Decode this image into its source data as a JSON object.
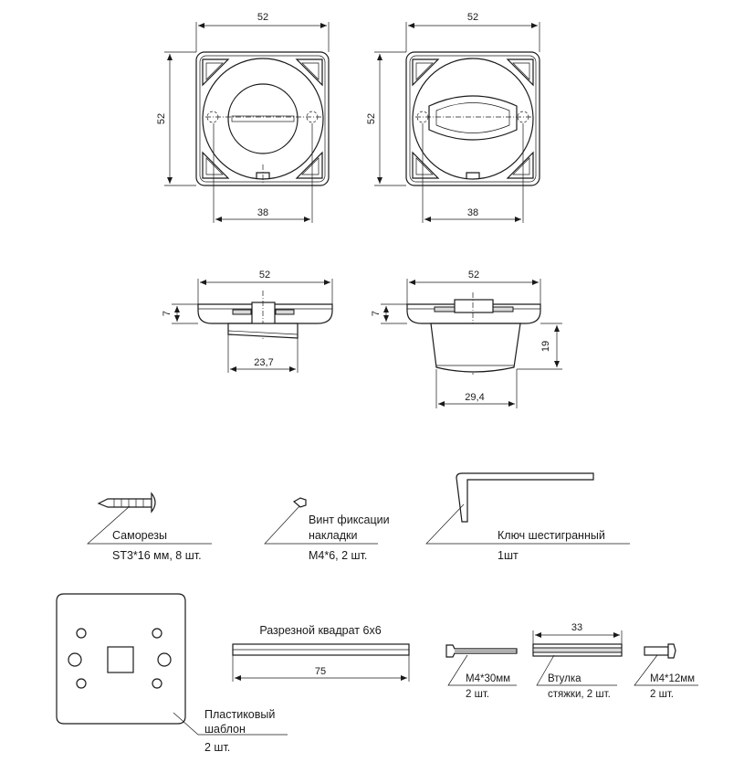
{
  "dimensions": {
    "top_left": {
      "width": "52",
      "height": "52",
      "hole_spacing": "38"
    },
    "top_right": {
      "width": "52",
      "height": "52",
      "hole_spacing": "38"
    },
    "side_left": {
      "width": "52",
      "thickness": "7",
      "boss_width": "23,7"
    },
    "side_right": {
      "width": "52",
      "thickness": "7",
      "knob_height": "19",
      "knob_width": "29,4"
    }
  },
  "parts": {
    "screws": {
      "title": "Саморезы",
      "spec": "ST3*16 мм, 8 шт."
    },
    "fix_screw": {
      "title_line1": "Винт фиксации",
      "title_line2": "накладки",
      "spec": "M4*6, 2 шт."
    },
    "hex_key": {
      "title": "Ключ шестигранный",
      "spec": "1шт"
    },
    "template": {
      "title_line1": "Пластиковый",
      "title_line2": "шаблон",
      "spec": "2 шт."
    },
    "square_rod": {
      "title": "Разрезной квадрат 6x6",
      "length": "75"
    },
    "bolt_30": {
      "title": "M4*30мм",
      "spec": "2 шт."
    },
    "sleeve": {
      "title": "Втулка",
      "spec": "стяжки, 2 шт.",
      "length": "33"
    },
    "bolt_12": {
      "title": "M4*12мм",
      "spec": "2 шт."
    }
  }
}
